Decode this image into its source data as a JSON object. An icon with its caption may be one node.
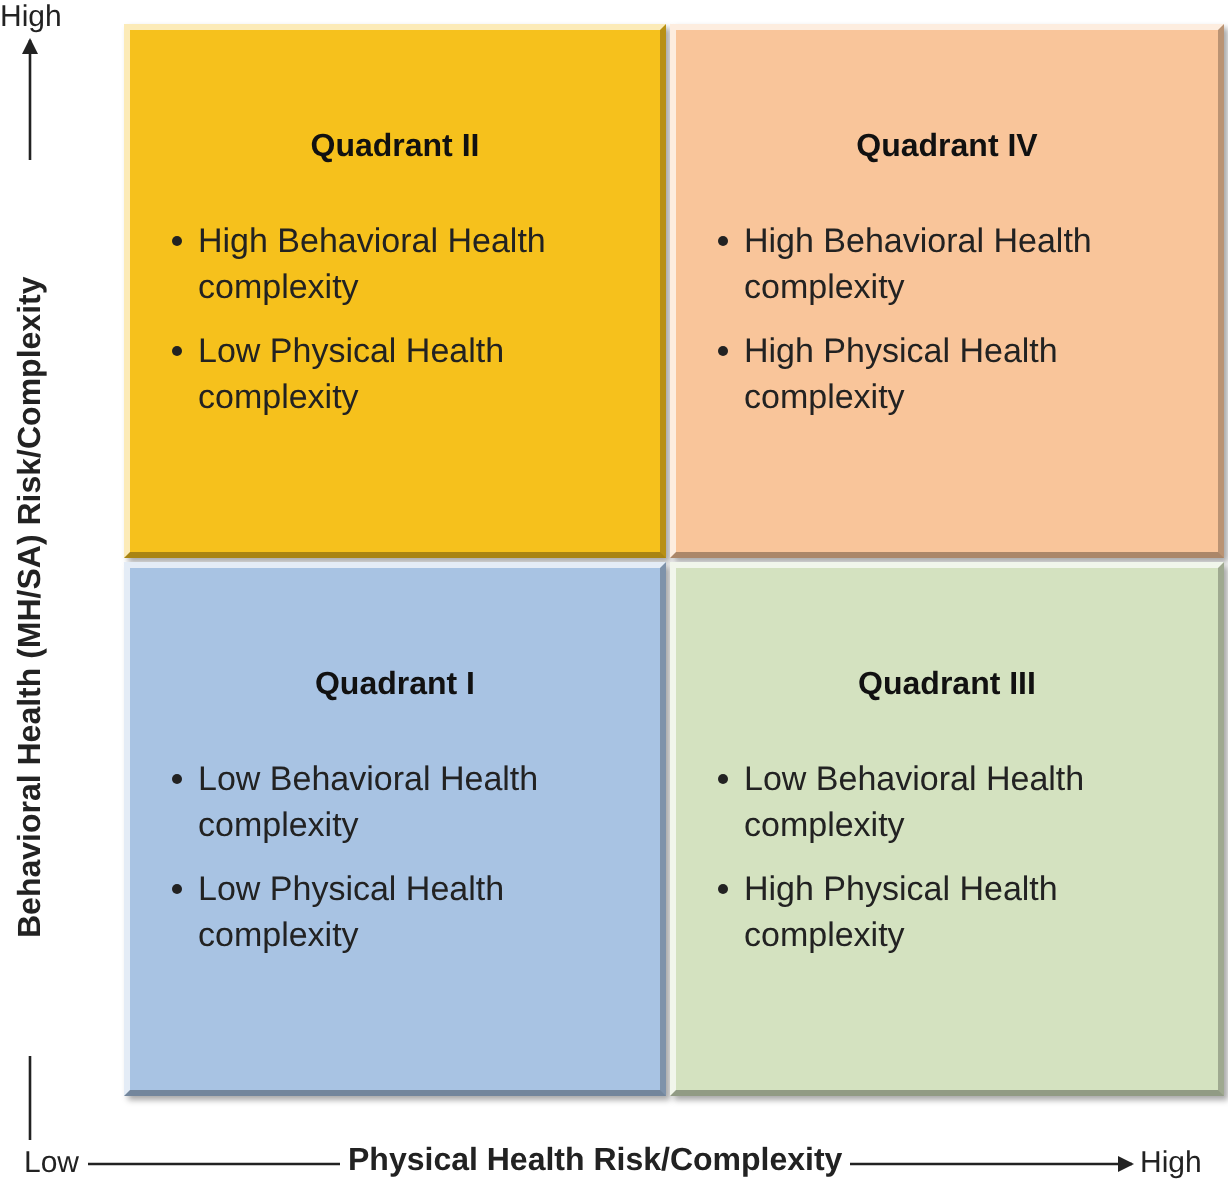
{
  "diagram": {
    "nodes": [
      {
        "text": [
          "Quadrant II",
          "High Behavioral Health complexity",
          "Low Physical Health complexity"
        ]
      },
      {
        "text": [
          "Quadrant IV",
          "High Behavioral Health complexity",
          "High Physical Health complexity"
        ]
      },
      {
        "text": [
          "Quadrant I",
          "Low Behavioral Health complexity",
          "Low Physical Health complexity"
        ]
      },
      {
        "text": [
          "Quadrant III",
          "Low Behavioral Health complexity",
          "High Physical Health complexity"
        ]
      }
    ],
    "labels": [
      "High",
      "Behavioral Health (MH/SA) Risk/Complexity",
      "Low",
      "Physical Health Risk/Complexity",
      "High"
    ]
  }
}
